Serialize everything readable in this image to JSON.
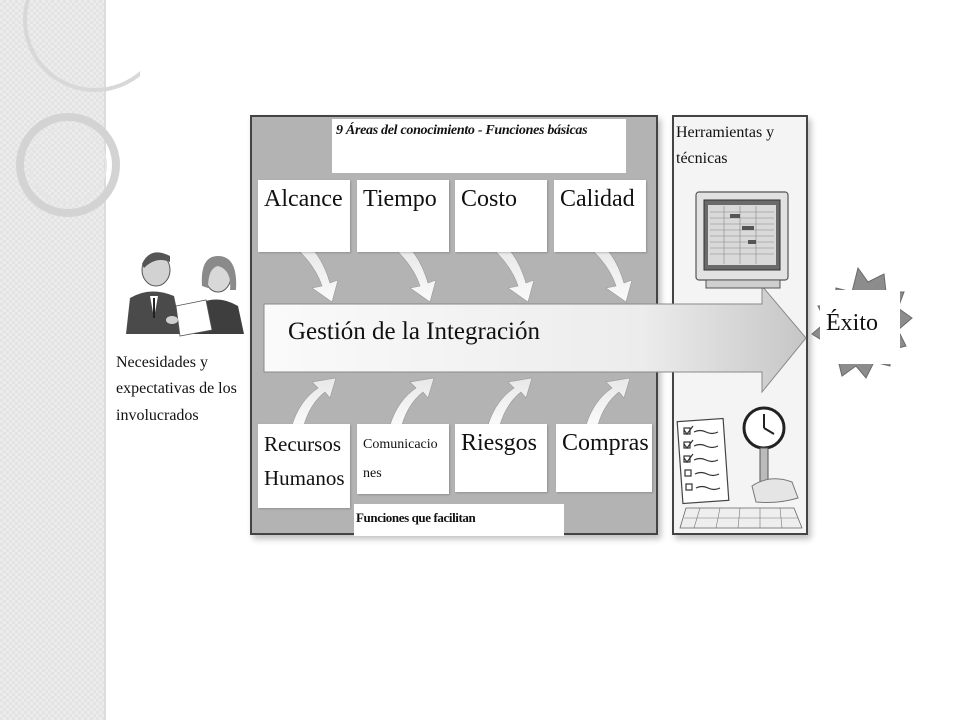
{
  "diagram": {
    "title": "9 Áreas del conocimiento  -  Funciones básicas",
    "bottom_label": "Funciones que facilitan",
    "top_areas": [
      "Alcance",
      "Tiempo",
      "Costo",
      "Calidad"
    ],
    "bottom_areas": [
      {
        "line1": "Recursos",
        "line2": "Humanos"
      },
      {
        "line1": "Comunicacio",
        "line2": "nes"
      },
      {
        "line1": "Riesgos",
        "line2": ""
      },
      {
        "line1": "Compras",
        "line2": ""
      }
    ],
    "integration": "Gestión de la Integración",
    "tools": {
      "line1": "Herramientas y",
      "line2": "técnicas"
    },
    "stakeholders": {
      "line1": "Necesidades y",
      "line2": "expectativas de los",
      "line3": "involucrados"
    },
    "result": "Éxito"
  },
  "colors": {
    "panel": "#b3b3b3",
    "arrow_light": "#f5f5f5",
    "arrow_dark": "#cfcfcf",
    "star": "#8c8c8c",
    "text": "#111111"
  }
}
